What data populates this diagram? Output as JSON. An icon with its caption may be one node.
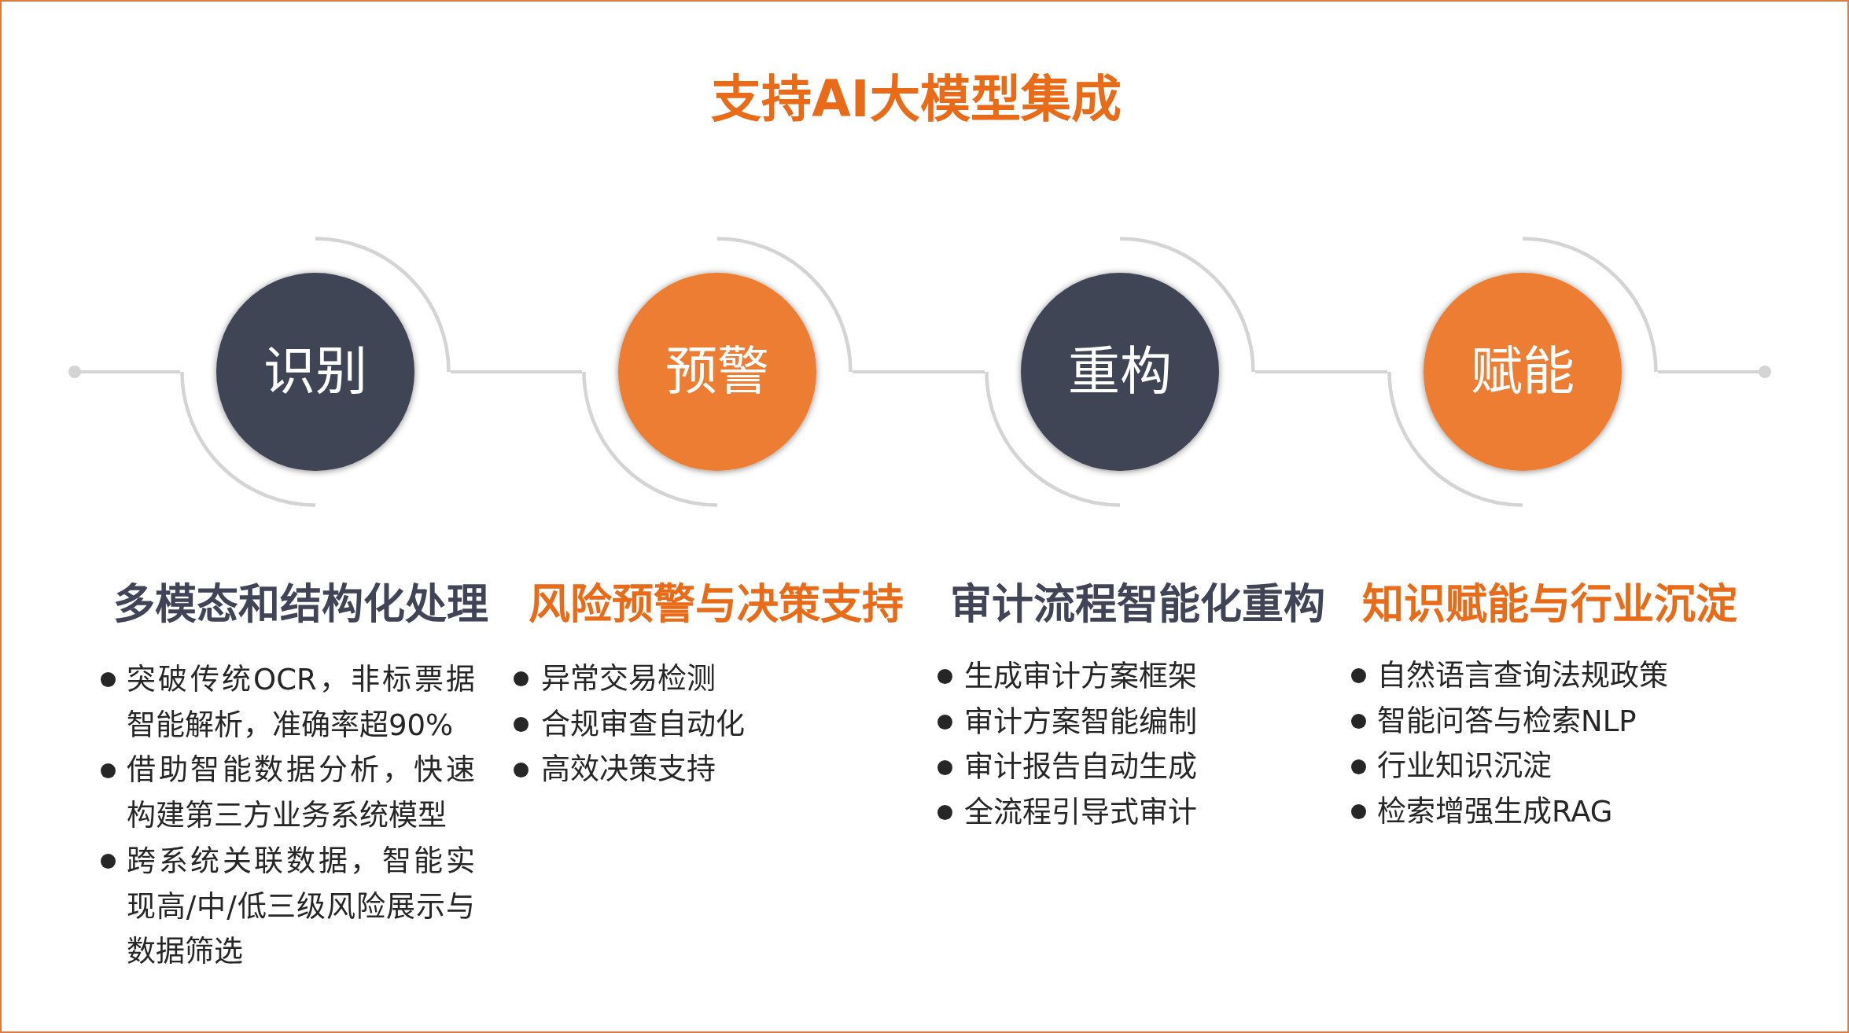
{
  "diagram": {
    "title": "支持AI大模型集成",
    "nodes": [
      {
        "text": [
          "识别"
        ],
        "beside": [
          "多模态和结构化处理",
          "突破传统OCR，非标票据智能解析，准确率超90%",
          "借助智能数据分析，快速构建第三方业务系统模型",
          "跨系统关联数据，智能实现高/中/低三级风险展示与数据筛选"
        ]
      },
      {
        "text": [
          "预警"
        ],
        "beside": [
          "风险预警与决策支持",
          "异常交易检测",
          "合规审查自动化",
          "高效决策支持"
        ]
      },
      {
        "text": [
          "重构"
        ],
        "beside": [
          "审计流程智能化重构",
          "生成审计方案框架",
          "审计方案智能编制",
          "审计报告自动生成",
          "全流程引导式审计"
        ]
      },
      {
        "text": [
          "赋能"
        ],
        "beside": [
          "知识赋能与行业沉淀",
          "自然语言查询法规政策",
          "智能问答与检索NLP",
          "行业知识沉淀",
          "检索增强生成RAG"
        ]
      }
    ],
    "edges": [
      {
        "from": null,
        "to": 0,
        "arrow": "other"
      },
      {
        "from": 0,
        "to": 1,
        "arrow": "none"
      },
      {
        "from": 1,
        "to": 2,
        "arrow": "none"
      },
      {
        "from": 2,
        "to": 3,
        "arrow": "none"
      },
      {
        "from": 3,
        "to": null,
        "arrow": "other"
      }
    ]
  }
}
